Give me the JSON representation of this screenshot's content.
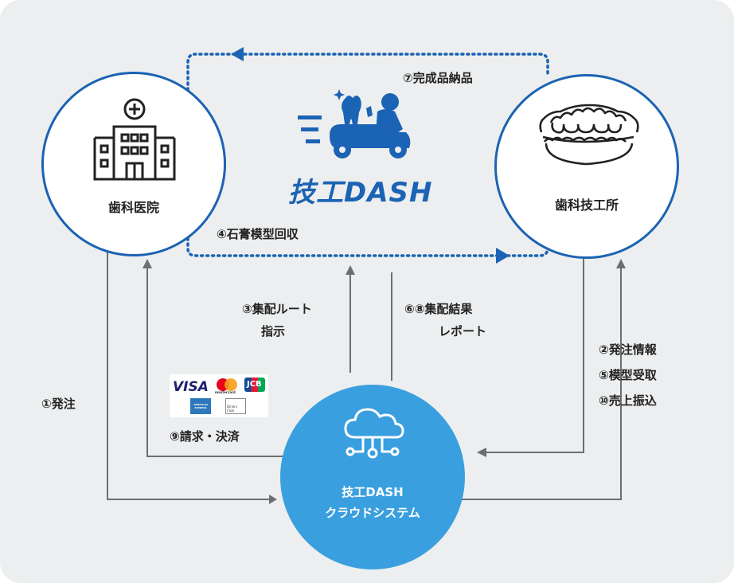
{
  "nodes": {
    "clinic": "歯科医院",
    "lab": "歯科技工所",
    "cloud_line1": "技工DASH",
    "cloud_line2": "クラウドシステム"
  },
  "logo": "技工DASH",
  "labels": {
    "delivery": "⑦完成品納品",
    "collection": "④石膏模型回収",
    "route_line1": "③集配ルート",
    "route_line2": "指示",
    "report_line1": "⑥⑧集配結果",
    "report_line2": "レポート",
    "order": "①発注",
    "billing": "⑨請求・決済",
    "lab_info1": "②発注情報",
    "lab_info2": "⑤模型受取",
    "lab_info3": "⑩売上振込"
  },
  "cards": {
    "visa": "VISA",
    "mastercard": "mastercard",
    "jcb": "JCB",
    "amex": "AMERICAN EXPRESS",
    "diners": "Diners Club"
  },
  "colors": {
    "blue": "#1b63b4",
    "cloud": "#3a9fdf",
    "line": "#6d6e70",
    "background": "#eceeef"
  },
  "icons": [
    "hospital-building-icon",
    "teeth-denture-icon",
    "cloud-network-icon",
    "delivery-scooter-icon"
  ]
}
